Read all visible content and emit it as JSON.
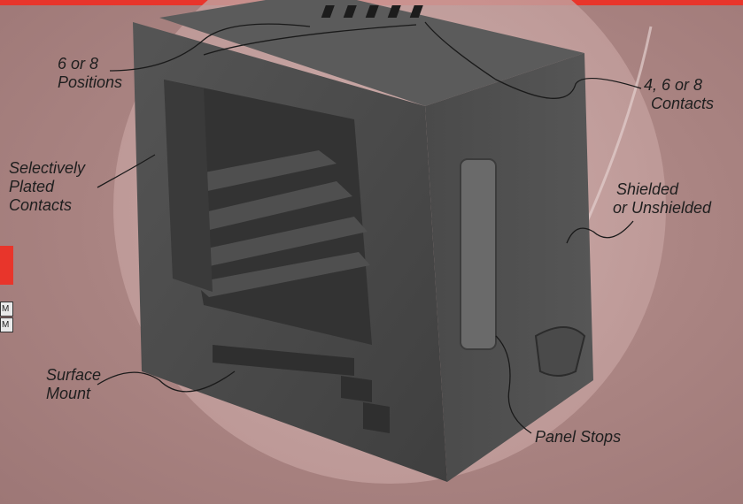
{
  "labels": {
    "positions": [
      "6 or 8",
      "Positions"
    ],
    "contacts": [
      "4, 6 or 8",
      "Contacts"
    ],
    "plated": [
      "Selectively",
      "Plated",
      "Contacts"
    ],
    "shielded": [
      "Shielded",
      "or Unshielded"
    ],
    "surface": [
      "Surface",
      "Mount"
    ],
    "panel": [
      "Panel Stops"
    ]
  },
  "edge_tabs": [
    "M",
    "M"
  ],
  "colors": {
    "banner": "#e8352b",
    "background": "#a98381",
    "circle": "#caaaa8",
    "jack_front": "#4a4a4a",
    "jack_side": "#4e4e4e",
    "jack_top": "#5c5c5c",
    "leader": "#1a1a1a"
  }
}
